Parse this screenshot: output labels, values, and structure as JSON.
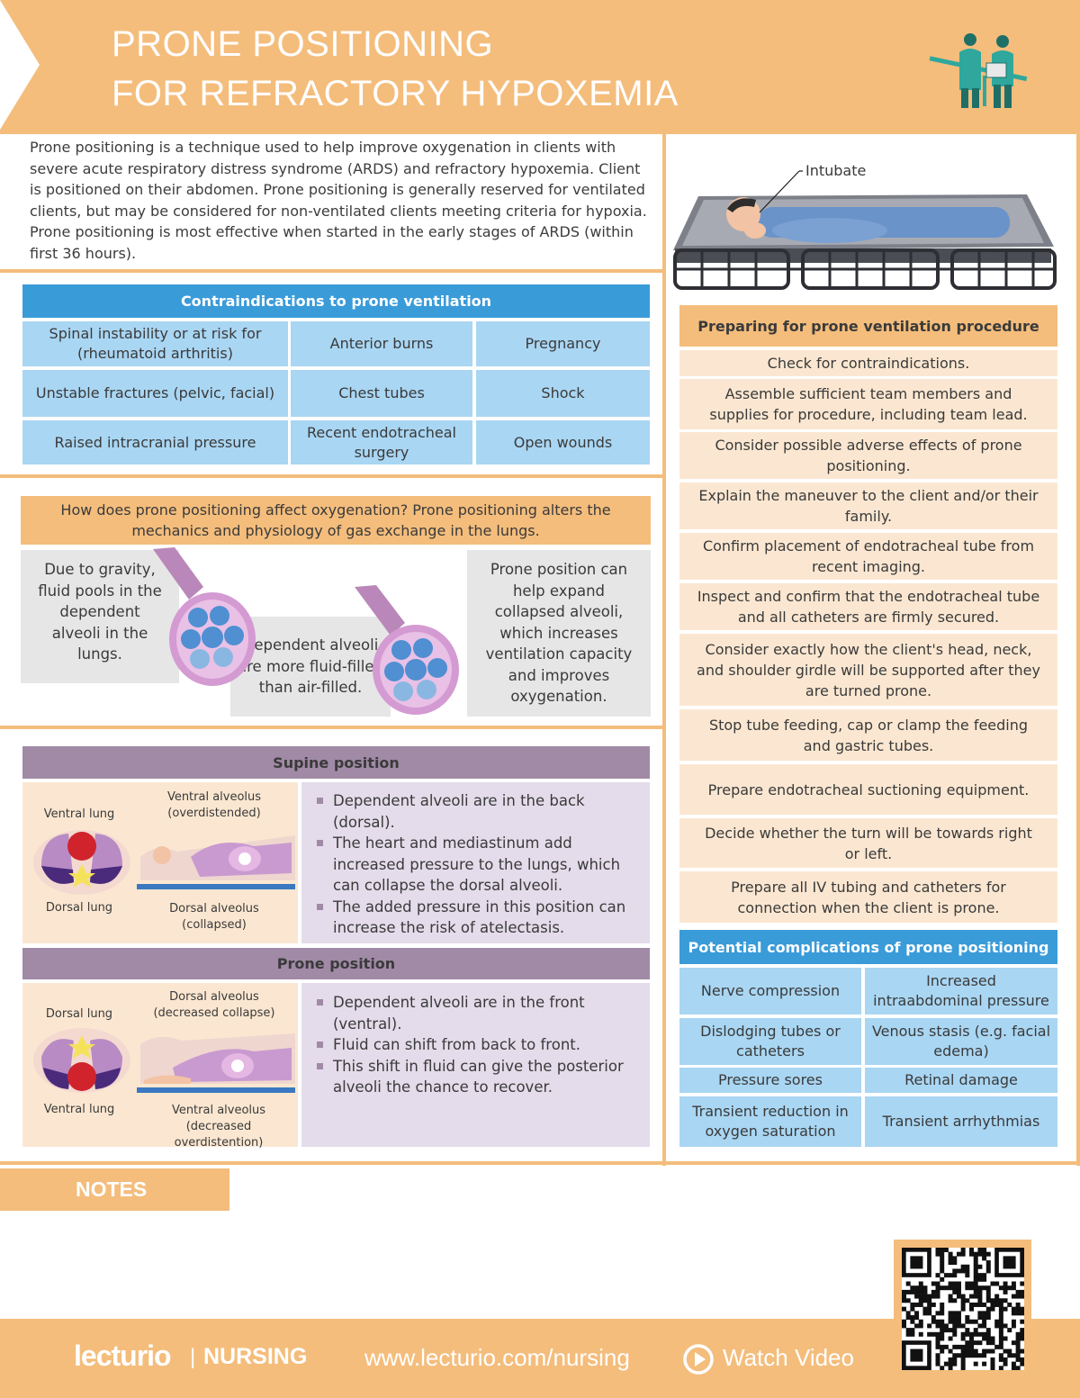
{
  "header": {
    "title_line1": "PRONE POSITIONING",
    "title_line2": "FOR REFRACTORY HYPOXEMIA"
  },
  "intro": "Prone positioning is a technique used to help improve oxygenation in clients with severe acute respiratory distress syndrome (ARDS) and refractory hypoxemia. Client is positioned on their abdomen. Prone positioning is generally reserved for ventilated clients, but may be considered for non-ventilated clients meeting criteria for hypoxia. Prone positioning is most effective when started in the early stages of ARDS (within first 36 hours).",
  "bed_illustration": {
    "label": "Intubate"
  },
  "contraindications": {
    "title": "Contraindications to prone ventilation",
    "rows": [
      [
        "Spinal instability or at risk for (rheumatoid arthritis)",
        "Anterior burns",
        "Pregnancy"
      ],
      [
        "Unstable fractures (pelvic, facial)",
        "Chest tubes",
        "Shock"
      ],
      [
        "Raised intracranial pressure",
        "Recent endotracheal surgery",
        "Open wounds"
      ]
    ]
  },
  "oxygenation": {
    "question": "How does prone positioning affect oxygenation? Prone positioning alters the mechanics and physiology of gas exchange in the lungs.",
    "box1": "Due to gravity, fluid pools in the dependent alveoli in the lungs.",
    "box2": "Dependent alveoli are more fluid-filled than air-filled.",
    "box3": "Prone position can help expand collapsed alveoli, which increases ventilation capacity and improves oxygenation."
  },
  "supine": {
    "title": "Supine position",
    "labels": {
      "ventral_lung": "Ventral lung",
      "dorsal_lung": "Dorsal lung",
      "alveolus_top": "Ventral alveolus (overdistended)",
      "alveolus_bottom": "Dorsal alveolus (collapsed)"
    },
    "bullets": [
      "Dependent alveoli are in the back (dorsal).",
      "The heart and mediastinum add increased pressure to the lungs, which can collapse the dorsal alveoli.",
      "The added pressure in this position can increase the risk of atelectasis."
    ]
  },
  "prone": {
    "title": "Prone position",
    "labels": {
      "dorsal_lung": "Dorsal lung",
      "ventral_lung": "Ventral lung",
      "alveolus_top": "Dorsal alveolus (decreased collapse)",
      "alveolus_bottom": "Ventral alveolus (decreased overdistention)"
    },
    "bullets": [
      "Dependent alveoli are in the front (ventral).",
      "Fluid can shift from back to front.",
      "This shift in fluid can give the posterior alveoli the chance to recover."
    ]
  },
  "preparing": {
    "title": "Preparing for prone ventilation procedure",
    "steps": [
      "Check for contraindications.",
      "Assemble sufficient team members and supplies for procedure, including team lead.",
      "Consider possible adverse effects of prone positioning.",
      "Explain the maneuver to the client and/or their family.",
      "Confirm placement of endotracheal tube from recent imaging.",
      "Inspect and confirm that the endotracheal tube and all catheters are firmly secured.",
      "Consider exactly how the client's head, neck, and shoulder girdle will be supported after they are turned prone.",
      "Stop tube feeding, cap or clamp the feeding and gastric tubes.",
      "Prepare endotracheal suctioning equipment.",
      "Decide whether the turn will be towards right or left.",
      "Prepare all IV tubing and catheters for connection when the client is prone."
    ]
  },
  "complications": {
    "title": "Potential complications of prone positioning",
    "rows": [
      [
        "Nerve compression",
        "Increased intraabdominal pressure"
      ],
      [
        "Dislodging tubes or catheters",
        "Venous stasis (e.g. facial edema)"
      ],
      [
        "Pressure sores",
        "Retinal damage"
      ],
      [
        "Transient reduction in oxygen saturation",
        "Transient arrhythmias"
      ]
    ]
  },
  "notes": {
    "label": "NOTES"
  },
  "footer": {
    "brand": "lecturio",
    "separator": "|",
    "section": "NURSING",
    "url": "www.lecturio.com/nursing",
    "watch": "Watch Video"
  }
}
